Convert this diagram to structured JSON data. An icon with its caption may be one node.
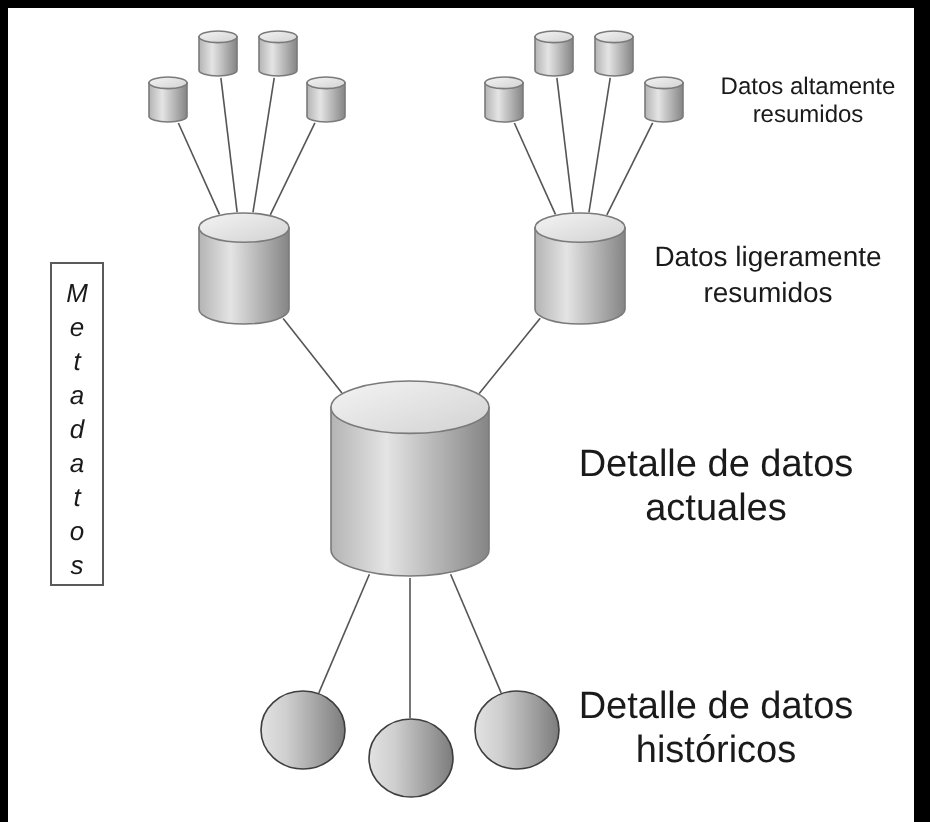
{
  "diagram": {
    "nodes": [
      {
        "text": [],
        "shape": "cylinder"
      },
      {
        "text": [],
        "shape": "cylinder"
      },
      {
        "text": [],
        "shape": "cylinder"
      },
      {
        "text": [],
        "shape": "cylinder"
      },
      {
        "text": [],
        "shape": "cylinder"
      },
      {
        "text": [],
        "shape": "cylinder"
      },
      {
        "text": [],
        "shape": "cylinder"
      },
      {
        "text": [],
        "shape": "cylinder",
        "beside": [
          "Datos altamente resumidos"
        ]
      },
      {
        "text": [],
        "shape": "cylinder"
      },
      {
        "text": [],
        "shape": "cylinder",
        "beside": [
          "Datos ligeramente resumidos"
        ]
      },
      {
        "text": [
          "Metadatos"
        ]
      },
      {
        "text": [],
        "shape": "cylinder",
        "beside": [
          "Detalle de datos actuales"
        ]
      },
      {
        "text": [],
        "shape": "circle"
      },
      {
        "text": [],
        "shape": "circle"
      },
      {
        "text": [],
        "shape": "circle",
        "beside": [
          "Detalle de datos históricos"
        ]
      }
    ],
    "edges": [
      {
        "from": 0,
        "to": 8,
        "arrow": "none"
      },
      {
        "from": 1,
        "to": 8,
        "arrow": "none"
      },
      {
        "from": 2,
        "to": 8,
        "arrow": "none"
      },
      {
        "from": 3,
        "to": 8,
        "arrow": "none"
      },
      {
        "from": 4,
        "to": 9,
        "arrow": "none"
      },
      {
        "from": 5,
        "to": 9,
        "arrow": "none"
      },
      {
        "from": 6,
        "to": 9,
        "arrow": "none"
      },
      {
        "from": 7,
        "to": 9,
        "arrow": "none"
      },
      {
        "from": 8,
        "to": 11,
        "arrow": "none"
      },
      {
        "from": 9,
        "to": 11,
        "arrow": "none"
      },
      {
        "from": 11,
        "to": 12,
        "arrow": "none"
      },
      {
        "from": 11,
        "to": 13,
        "arrow": "none"
      },
      {
        "from": 11,
        "to": 14,
        "arrow": "none"
      }
    ]
  }
}
